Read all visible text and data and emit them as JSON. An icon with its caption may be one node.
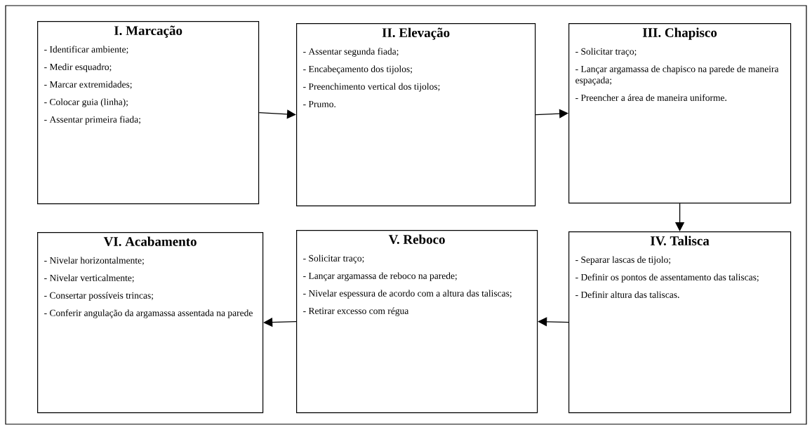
{
  "diagram": {
    "nodes": [
      {
        "text": [
          "I.    Marcação",
          "- Identificar ambiente;",
          "- Medir esquadro;",
          "- Marcar extremidades;",
          "- Colocar guia (linha);",
          "- Assentar primeira fiada;"
        ]
      },
      {
        "text": [
          "II. Elevação",
          "- Assentar segunda fiada;",
          "- Encabeçamento dos tijolos;",
          "- Preenchimento vertical dos tijolos;",
          "- Prumo."
        ]
      },
      {
        "text": [
          "III. Chapisco",
          "- Solicitar traço;",
          "- Lançar argamassa de chapisco na parede de maneira espaçada;",
          "- Preencher a área de maneira uniforme."
        ]
      },
      {
        "text": [
          "IV. Talisca",
          "- Separar lascas de tijolo;",
          "- Definir os pontos de assentamento das taliscas;",
          "- Definir altura das taliscas."
        ]
      },
      {
        "text": [
          "V. Reboco",
          "- Solicitar traço;",
          "- Lançar argamassa de reboco na parede;",
          "- Nivelar espessura de acordo com a altura das taliscas;",
          "- Retirar excesso com régua"
        ]
      },
      {
        "text": [
          "VI. Acabamento",
          "- Nivelar horizontalmente;",
          "- Nivelar verticalmente;",
          "- Consertar possíveis trincas;",
          "- Conferir angulação da argamassa assentada na parede"
        ]
      }
    ],
    "edges": [
      {
        "from": 0,
        "to": 1,
        "arrow": "to"
      },
      {
        "from": 1,
        "to": 2,
        "arrow": "to"
      },
      {
        "from": 2,
        "to": 3,
        "arrow": "to"
      },
      {
        "from": 3,
        "to": 4,
        "arrow": "to"
      },
      {
        "from": 4,
        "to": 5,
        "arrow": "to"
      }
    ]
  }
}
